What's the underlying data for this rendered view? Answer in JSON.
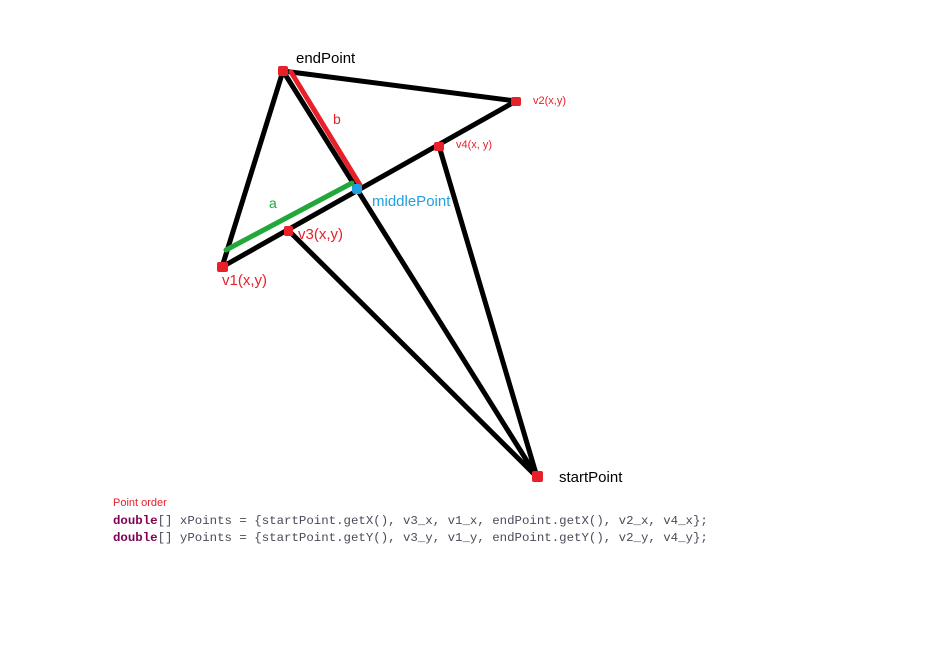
{
  "labels": {
    "end_point": "endPoint",
    "start_point": "startPoint",
    "middle_point": "middlePoint",
    "v1": "v1(x,y)",
    "v2": "v2(x,y)",
    "v3": "v3(x,y)",
    "v4": "v4(x, y)",
    "segment_a": "a",
    "segment_b": "b"
  },
  "note": {
    "title": "Point order"
  },
  "code": {
    "line1_keyword": "double",
    "line1_rest": "[] xPoints = {startPoint.getX(), v3_x, v1_x, endPoint.getX(), v2_x, v4_x};",
    "line2_keyword": "double",
    "line2_rest": "[] yPoints = {startPoint.getY(), v3_y, v1_y, endPoint.getY(), v2_y, v4_y};"
  },
  "colors": {
    "line": "#000000",
    "segment_a": "#22a83a",
    "segment_b": "#e8202a",
    "point_marker": "#e8202a",
    "middle_marker": "#20a0e0",
    "keyword": "#7f0055"
  }
}
